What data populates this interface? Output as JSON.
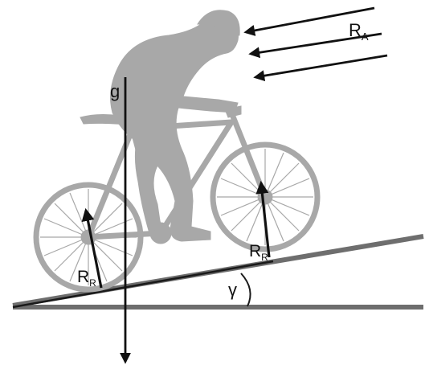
{
  "labels": {
    "gravity": "g",
    "air_resistance": "R",
    "air_resistance_sub": "A",
    "rolling_resistance_rear": "R",
    "rolling_resistance_rear_sub": "R",
    "rolling_resistance_front": "R",
    "rolling_resistance_front_sub": "R",
    "slope_angle": "γ"
  },
  "colors": {
    "silhouette": "#a8a8a8",
    "arrow": "#111111",
    "ground": "#6e6e6e",
    "slope_line": "#1a1a1a",
    "background": "#ffffff"
  }
}
